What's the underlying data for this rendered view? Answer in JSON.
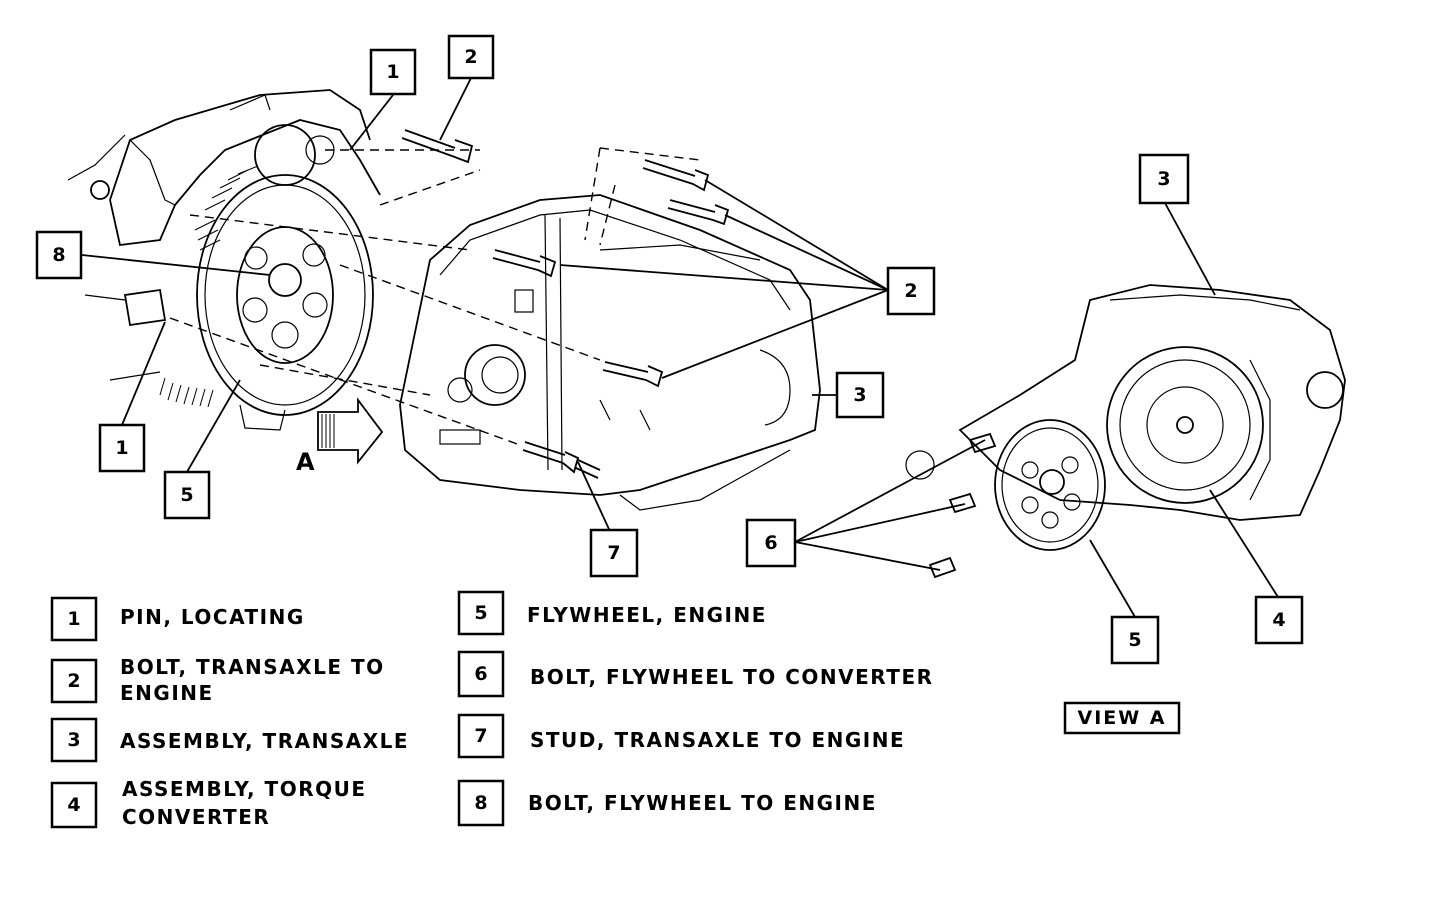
{
  "diagram": {
    "view_label": "VIEW A",
    "view_arrow_label": "A",
    "legend": [
      {
        "number": "1",
        "text_lines": [
          "PIN, LOCATING"
        ]
      },
      {
        "number": "2",
        "text_lines": [
          "BOLT, TRANSAXLE TO",
          "ENGINE"
        ]
      },
      {
        "number": "3",
        "text_lines": [
          "ASSEMBLY, TRANSAXLE"
        ]
      },
      {
        "number": "4",
        "text_lines": [
          "ASSEMBLY, TORQUE",
          "CONVERTER"
        ]
      },
      {
        "number": "5",
        "text_lines": [
          "FLYWHEEL, ENGINE"
        ]
      },
      {
        "number": "6",
        "text_lines": [
          "BOLT, FLYWHEEL TO CONVERTER"
        ]
      },
      {
        "number": "7",
        "text_lines": [
          "STUD, TRANSAXLE TO ENGINE"
        ]
      },
      {
        "number": "8",
        "text_lines": [
          "BOLT, FLYWHEEL TO ENGINE"
        ]
      }
    ],
    "callouts": {
      "pin_top": "1",
      "bolt_top": "2",
      "flywheel_bolt": "8",
      "bolts_right": "2",
      "transaxle_main": "3",
      "pin_bottom": "1",
      "flywheel_main": "5",
      "stud": "7",
      "transaxle_view_a": "3",
      "converter_bolts": "6",
      "flywheel_view_a": "5",
      "converter_view_a": "4"
    }
  }
}
